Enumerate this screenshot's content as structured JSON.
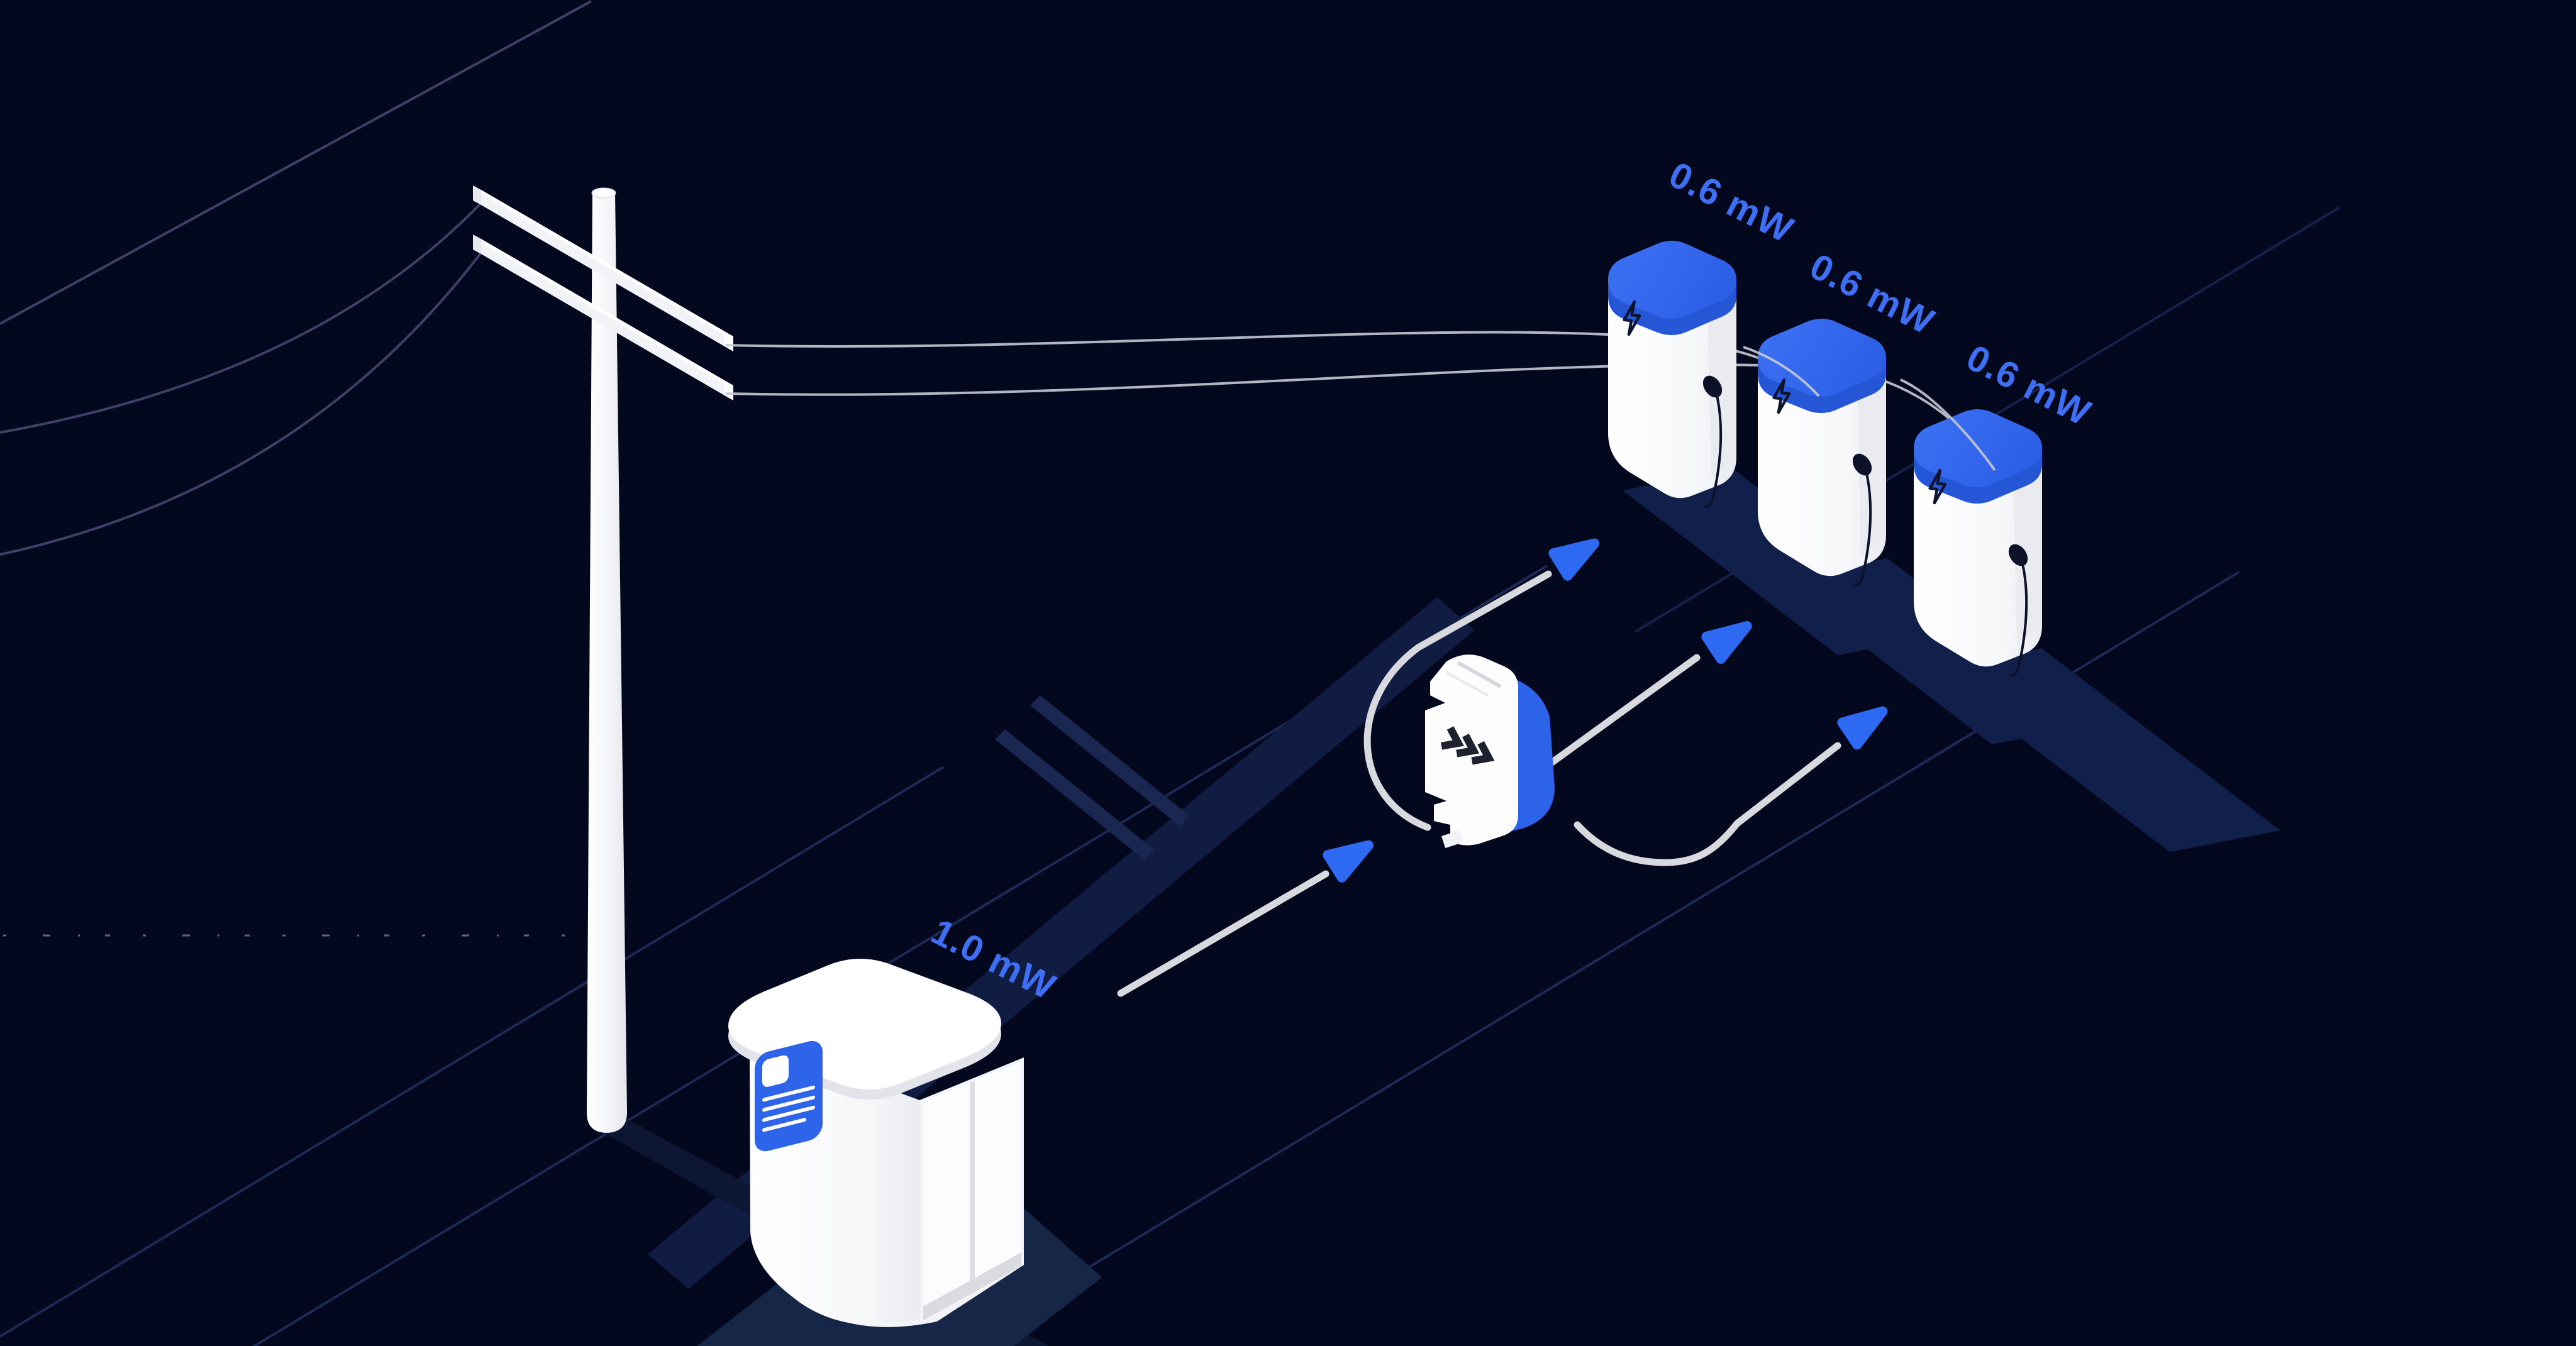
{
  "scene": {
    "description": "Isometric night illustration of grid power flowing from a utility pole and transformer cabinet through a load-balancing device to three EV chargers",
    "colors": {
      "background": "#04081f",
      "accent_blue": "#2e6af1",
      "label_blue": "#3e6ff3",
      "flow_line_gray": "#d8d9de",
      "overhead_wire_slate": "#3d4166",
      "ground_line_blue": "#1c2a55",
      "shadow_blue": "#152646",
      "body_white": "#fbfcfd"
    },
    "labels": {
      "transformer_feed": "1.0 mW",
      "charger_1": "0.6 mW",
      "charger_2": "0.6 mW",
      "charger_3": "0.6 mW"
    },
    "icons": {
      "lightning_bolt": "lightning-bolt-icon",
      "chevrons": "triple-chevron-icon",
      "sign": "label-sign-icon",
      "arrowhead": "flow-arrowhead-icon"
    }
  }
}
